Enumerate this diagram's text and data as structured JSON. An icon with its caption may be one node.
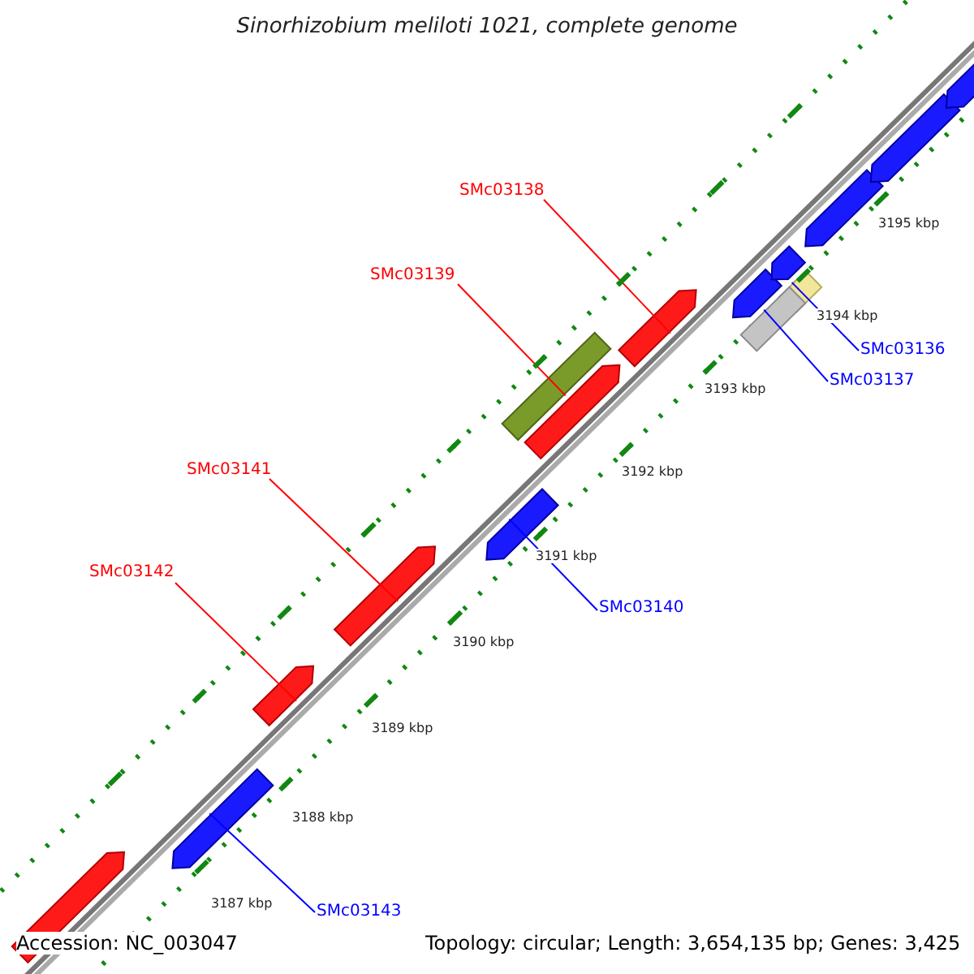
{
  "diagram": {
    "title": "Sinorhizobium meliloti 1021, complete genome",
    "nodes": [
      {
        "text": [
          "SMc03138"
        ]
      },
      {
        "text": [
          "SMc03139"
        ]
      },
      {
        "text": [
          "SMc03136"
        ]
      },
      {
        "text": [
          "SMc03137"
        ]
      },
      {
        "text": [
          "SMc03141"
        ]
      },
      {
        "text": [
          "SMc03142"
        ]
      },
      {
        "text": [
          "SMc03140"
        ]
      },
      {
        "text": [
          "SMc03143"
        ]
      },
      {
        "text": [],
        "shape": "bar"
      },
      {
        "text": [],
        "shape": "bar"
      },
      {
        "text": [],
        "shape": "bar"
      },
      {
        "text": [],
        "shape": "bar"
      },
      {
        "text": [],
        "shape": "bar"
      },
      {
        "text": [],
        "shape": "bar"
      },
      {
        "text": [],
        "shape": "bar"
      },
      {
        "text": [],
        "shape": "bar"
      },
      {
        "text": [],
        "shape": "bar"
      },
      {
        "text": [],
        "shape": "bar"
      },
      {
        "text": [],
        "shape": "bar"
      },
      {
        "text": [],
        "shape": "bar"
      },
      {
        "text": [],
        "shape": "bar"
      },
      {
        "text": [],
        "shape": "bar"
      },
      {
        "text": [],
        "shape": "bar"
      }
    ],
    "edges": [
      {
        "from": 0,
        "to": 8,
        "arrow": "none",
        "color": "#ff0000"
      },
      {
        "from": 1,
        "to": 9,
        "arrow": "none",
        "color": "#ff0000"
      },
      {
        "from": 2,
        "to": 10,
        "arrow": "none",
        "color": "#0000ff"
      },
      {
        "from": 3,
        "to": 11,
        "arrow": "none",
        "color": "#0000ff"
      },
      {
        "from": 4,
        "to": 12,
        "arrow": "none",
        "color": "#ff0000"
      },
      {
        "from": 5,
        "to": 13,
        "arrow": "none",
        "color": "#ff0000"
      },
      {
        "from": 6,
        "to": 14,
        "arrow": "none",
        "color": "#0000ff"
      },
      {
        "from": 7,
        "to": 15,
        "arrow": "none",
        "color": "#0000ff"
      }
    ],
    "labels": [
      "3195 kbp",
      "3194 kbp",
      "3193 kbp",
      "3192 kbp",
      "3191 kbp",
      "3190 kbp",
      "3189 kbp",
      "3188 kbp",
      "3187 kbp",
      "Accession: NC_003047",
      "Topology: circular; Length: 3,654,135 bp; Genes: 3,425"
    ]
  }
}
